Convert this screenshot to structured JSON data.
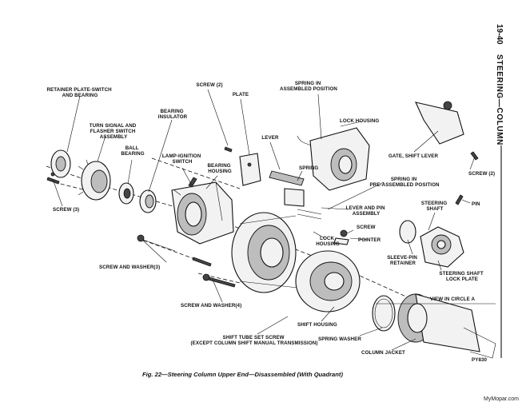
{
  "header": {
    "page_number": "19-40",
    "section_title": "STEERING—COLUMN"
  },
  "labels": {
    "retainer_plate": [
      "RETAINER PLATE-SWITCH",
      "AND BEARING"
    ],
    "screw2_top": "SCREW (2)",
    "plate": "PLATE",
    "spring_assembled": [
      "SPRING IN",
      "ASSEMBLED POSITION"
    ],
    "bearing_insulator": [
      "BEARING",
      "INSULATOR"
    ],
    "lock_housing_top": "LOCK HOUSING",
    "turn_signal": [
      "TURN SIGNAL AND",
      "FLASHER SWITCH",
      "ASSEMBLY"
    ],
    "ball_bearing": [
      "BALL",
      "BEARING"
    ],
    "lamp_ignition": [
      "LAMP-IGNITION",
      "SWITCH"
    ],
    "bearing_housing": [
      "BEARING",
      "HOUSING"
    ],
    "lever": "LEVER",
    "gate_shift_lever": "GATE, SHIFT LEVER",
    "screw2_right": "SCREW (2)",
    "screw3": "SCREW (3)",
    "spring": "SPRING",
    "spring_preassembled": [
      "SPRING IN",
      "PRE-ASSEMBLED POSITION"
    ],
    "steering_shaft": [
      "STEERING",
      "SHAFT"
    ],
    "pin": "PIN",
    "lever_pin": [
      "LEVER AND PIN",
      "ASSEMBLY"
    ],
    "screw": "SCREW",
    "lock_housing": [
      "LOCK",
      "HOUSING"
    ],
    "pointer": "POINTER",
    "sleeve_pin": [
      "SLEEVE-PIN",
      "RETAINER"
    ],
    "screw_washer3": "SCREW AND WASHER(3)",
    "shaft_lock_plate": [
      "STEERING SHAFT",
      "LOCK PLATE"
    ],
    "view_circle": "VIEW IN CIRCLE A",
    "screw_washer4": "SCREW AND WASHER(4)",
    "shift_housing": "SHIFT HOUSING",
    "shift_tube": [
      "SHIFT TUBE SET SCREW",
      "(EXCEPT COLUMN SHIFT MANUAL TRANSMISSION)"
    ],
    "spring_washer": "SPRING WASHER",
    "column_jacket": "COLUMN  JACKET",
    "figure_code": "PY830"
  },
  "caption": "Fig. 22—Steering Column Upper End—Disassembled (With Quadrant)",
  "watermark": "MyMopar.com"
}
